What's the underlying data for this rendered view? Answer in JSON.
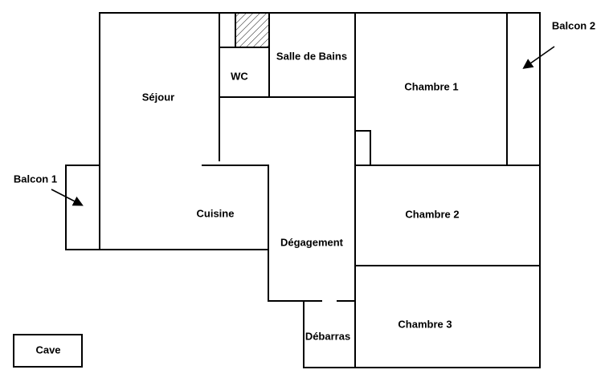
{
  "rooms": {
    "sejour": "Séjour",
    "wc": "WC",
    "salle_de_bains": "Salle de Bains",
    "chambre1": "Chambre 1",
    "balcon2": "Balcon 2",
    "balcon1": "Balcon 1",
    "cuisine": "Cuisine",
    "degagement": "Dégagement",
    "chambre2": "Chambre 2",
    "chambre3": "Chambre 3",
    "debarras": "Débarras",
    "cave": "Cave"
  }
}
